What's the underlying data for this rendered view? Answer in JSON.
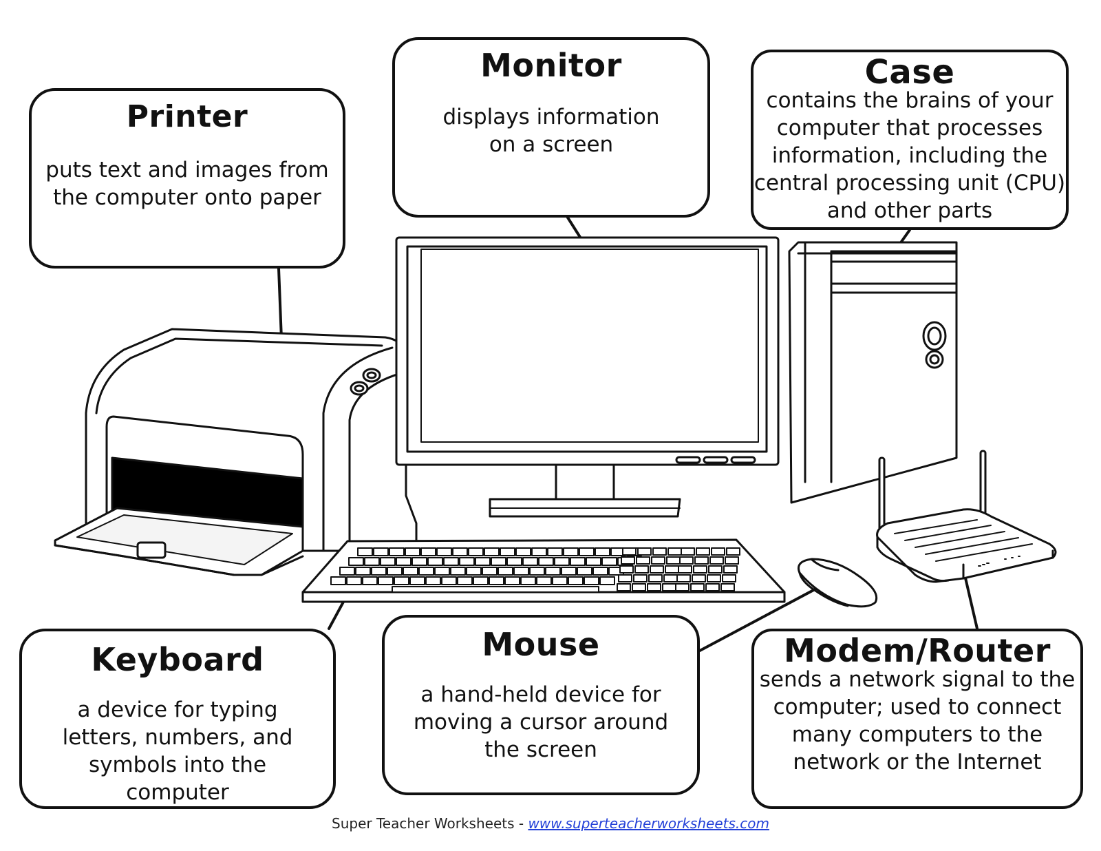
{
  "labels": {
    "printer": {
      "title": "Printer",
      "text": "puts text and images from the computer onto paper"
    },
    "monitor": {
      "title": "Monitor",
      "text": "displays information on a screen"
    },
    "case": {
      "title": "Case",
      "text": "contains the brains of your computer that processes information, including the central processing unit (CPU) and other parts"
    },
    "keyboard": {
      "title": "Keyboard",
      "text": "a device for typing letters, numbers, and symbols into the computer"
    },
    "mouse": {
      "title": "Mouse",
      "text": "a hand-held device for moving a cursor around the screen"
    },
    "router": {
      "title": "Modem/Router",
      "text": "sends a network signal to the computer; used to connect many computers to the network or the Internet"
    }
  },
  "footer": {
    "source": "Super Teacher Worksheets - ",
    "url": "www.superteacherworksheets.com"
  },
  "colors": {
    "ink": "#111111",
    "link": "#2340d8",
    "paper": "#ffffff"
  }
}
